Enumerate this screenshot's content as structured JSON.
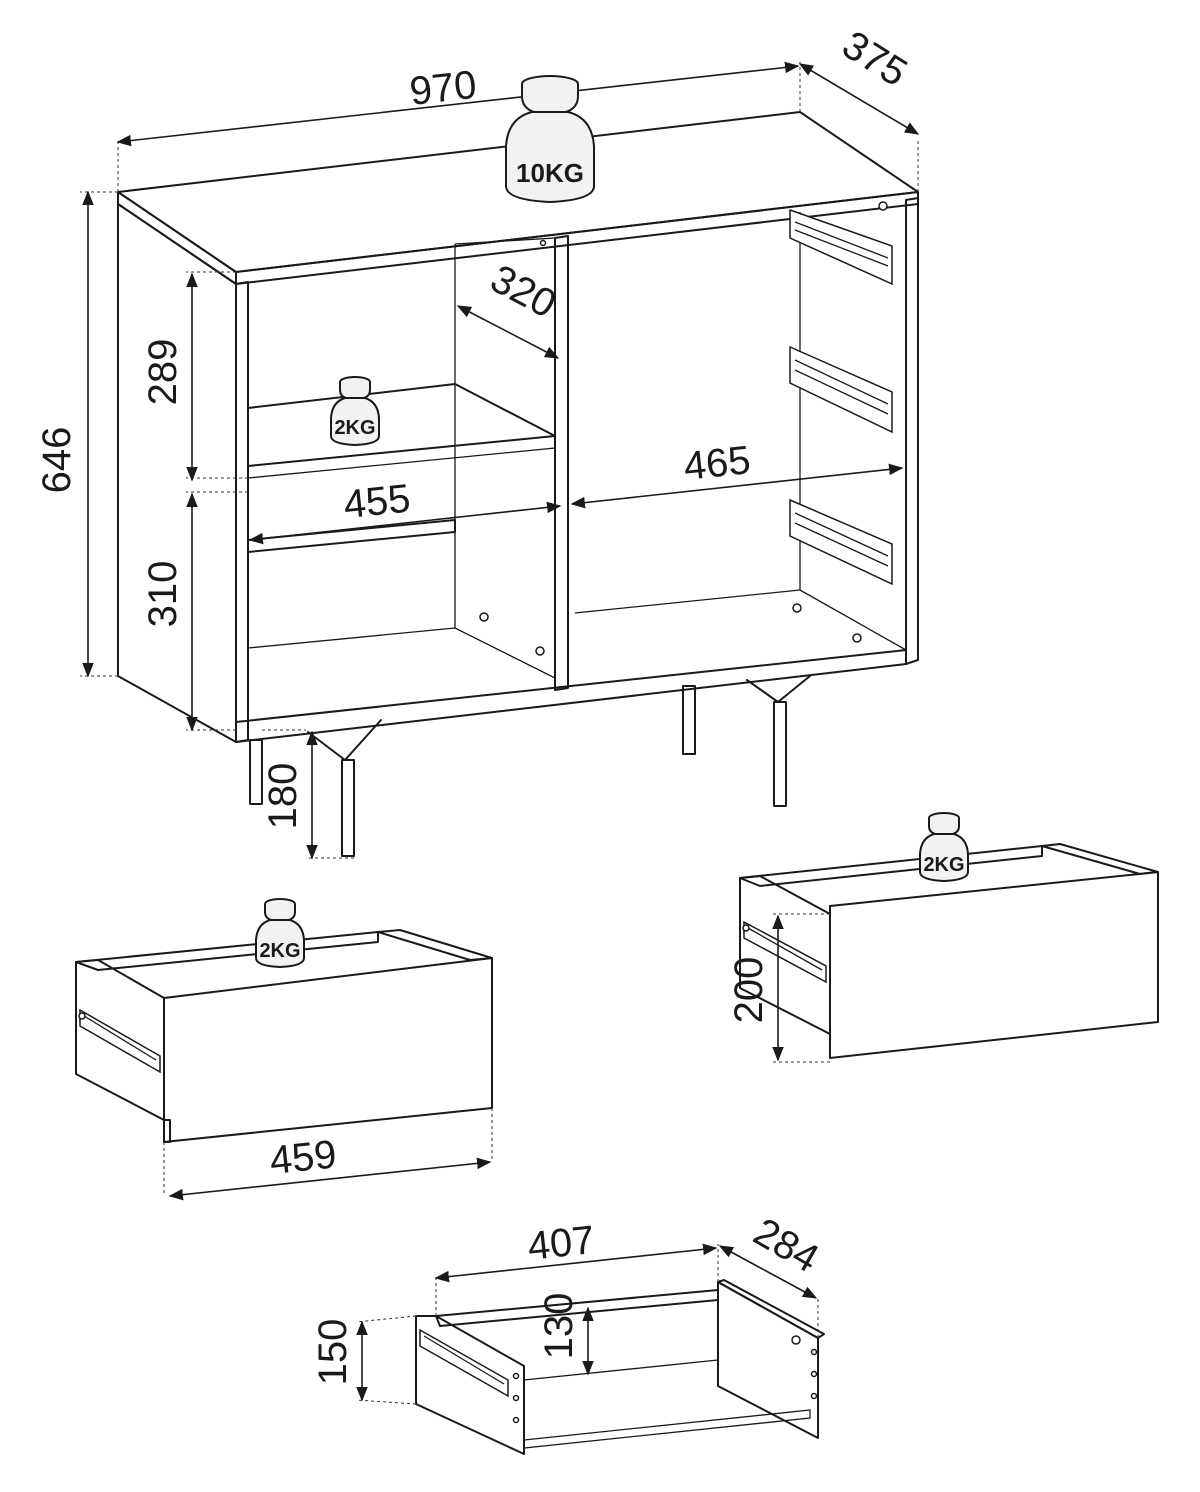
{
  "dimensions": {
    "width": "970",
    "depth": "375",
    "height": "646",
    "upper_compartment_height": "289",
    "lower_compartment_height": "310",
    "shelf_depth": "320",
    "left_inner_width": "455",
    "right_inner_width": "465",
    "leg_height": "180",
    "drawer_front_width": "459",
    "drawer_front_height": "200",
    "drawer_box_width": "407",
    "drawer_box_depth": "284",
    "drawer_box_height": "150",
    "drawer_inner_height": "130"
  },
  "load_limits": {
    "top": "10KG",
    "shelf": "2KG",
    "drawer_left": "2KG",
    "drawer_right": "2KG"
  }
}
